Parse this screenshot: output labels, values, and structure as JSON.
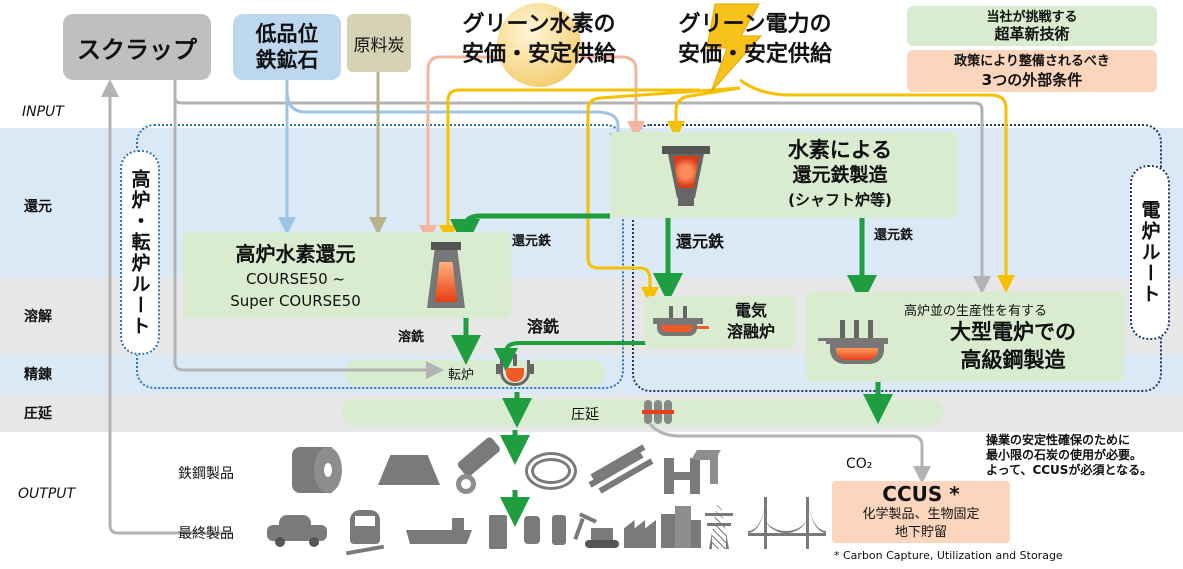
{
  "inputs": {
    "scrap": "スクラップ",
    "low_grade_ore_line1": "低品位",
    "low_grade_ore_line2": "鉄鉱石",
    "coking_coal": "原料炭",
    "green_h2_line1": "グリーン水素の",
    "green_h2_line2": "安価・安定供給",
    "green_power_line1": "グリーン電力の",
    "green_power_line2": "安価・安定供給"
  },
  "legend": {
    "tech_line1": "当社が挑戦する",
    "tech_line2": "超革新技術",
    "policy_line1": "政策により整備されるべき",
    "policy_line2": "3つの外部条件"
  },
  "stages": {
    "input": "INPUT",
    "reduction": "還元",
    "melting": "溶解",
    "refining": "精錬",
    "rolling": "圧延",
    "output": "OUTPUT"
  },
  "routes": {
    "blast_furnace": "高炉・転炉ルート",
    "electric_furnace": "電炉ルート"
  },
  "processes": {
    "h2_dri_line1": "水素による",
    "h2_dri_line2": "還元鉄製造",
    "h2_dri_line3": "(シャフト炉等)",
    "bf_h2_title": "高炉水素還元",
    "bf_h2_sub1": "COURSE50 ~",
    "bf_h2_sub2": "Super COURSE50",
    "smelter_line1": "電気",
    "smelter_line2": "溶融炉",
    "eaf_note": "高炉並の生産性を有する",
    "eaf_line1": "大型電炉での",
    "eaf_line2": "高級鋼製造",
    "converter": "転炉",
    "rolling_process": "圧延"
  },
  "flow_labels": {
    "dri_to_bf": "還元鉄",
    "dri_down_left": "還元鉄",
    "dri_down_right": "還元鉄",
    "hot_metal_bf": "溶銑",
    "hot_metal_smelter": "溶銑",
    "co2": "CO₂"
  },
  "outputs": {
    "steel_products": "鉄鋼製品",
    "final_products": "最終製品"
  },
  "ccus": {
    "title": "CCUS *",
    "line1": "化学製品、生物固定",
    "line2": "地下貯留",
    "note_line1": "操業の安定性確保のために",
    "note_line2": "最小限の石炭の使用が必要。",
    "note_line3": "よって、CCUSが必須となる。",
    "footnote": "* Carbon Capture, Utilization and Storage"
  },
  "colors": {
    "green_arrow": "#1e9e3e",
    "yellow_arrow": "#f5c000",
    "salmon_arrow": "#f3b59d",
    "blue_arrow": "#9dc3e6",
    "khaki_arrow": "#b8b18b",
    "gray_arrow": "#b3b3b3",
    "band_blue": "#dbe8f5",
    "band_gray": "#e7e7e7",
    "process_green": "#d9ecd0",
    "policy_peach": "#fbd6bc",
    "scrap_gray": "#bfbfbf",
    "ore_blue": "#bdd7ee",
    "coal_khaki": "#d6d3b4"
  }
}
